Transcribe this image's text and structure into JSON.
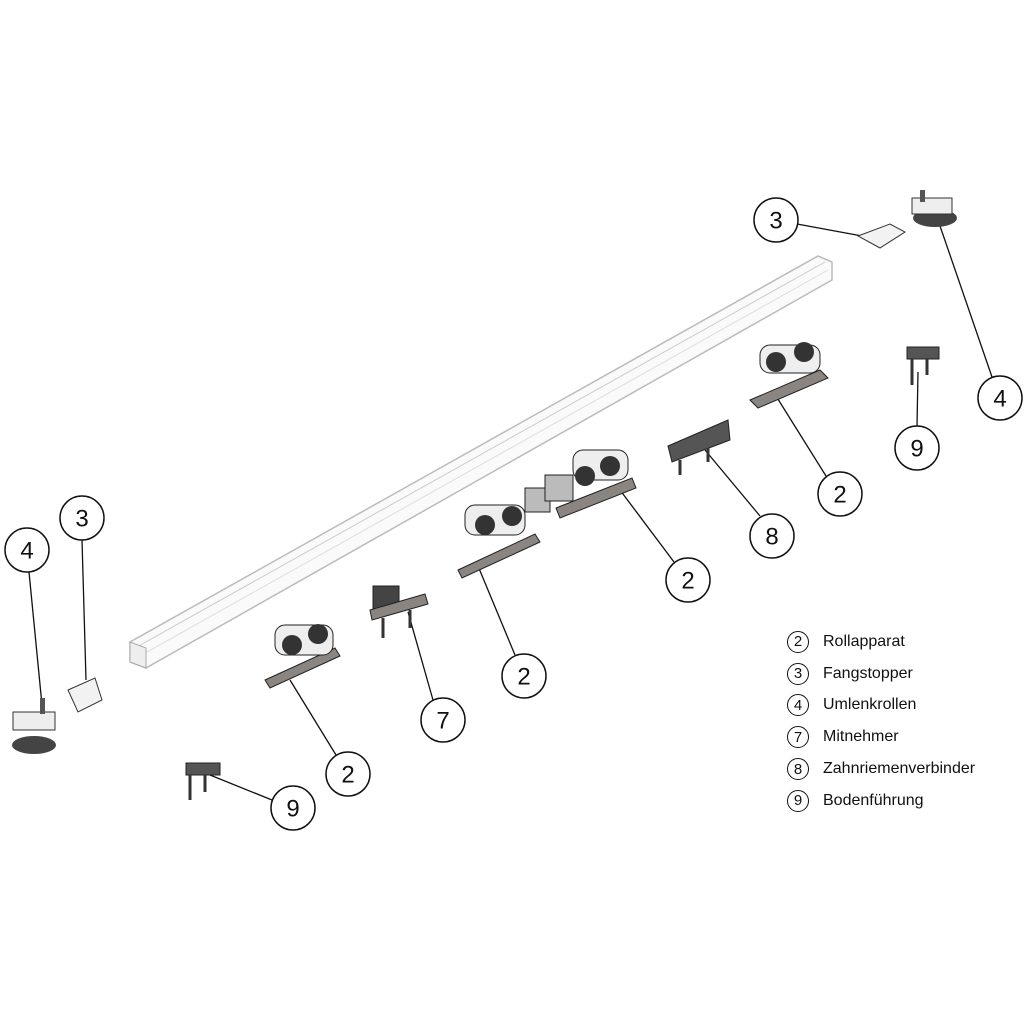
{
  "callouts": {
    "c1": "3",
    "c2": "4",
    "c3": "9",
    "c4": "2",
    "c5": "8",
    "c6": "2",
    "c7": "2",
    "c8": "7",
    "c9": "2",
    "c10": "9",
    "c11": "4",
    "c12": "3"
  },
  "legend": [
    {
      "num": "2",
      "label": "Rollapparat"
    },
    {
      "num": "3",
      "label": "Fangstopper"
    },
    {
      "num": "4",
      "label": "Umlenkrollen"
    },
    {
      "num": "7",
      "label": "Mitnehmer"
    },
    {
      "num": "8",
      "label": "Zahnriemenverbinder"
    },
    {
      "num": "9",
      "label": "Bodenführung"
    }
  ],
  "colors": {
    "line": "#111111",
    "metal": "#8a8580",
    "dark": "#3a3a3a",
    "rail": "#d8d8d8"
  }
}
